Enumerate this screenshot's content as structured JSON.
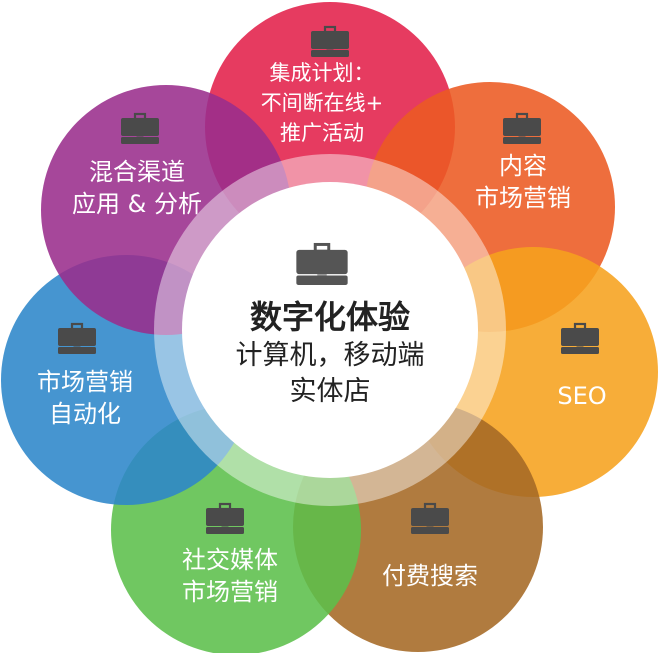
{
  "center": {
    "title": "数字化体验",
    "lines": [
      "计算机，移动端",
      "实体店"
    ],
    "icon": "briefcase-icon"
  },
  "petals": [
    {
      "key": "integrated-plan",
      "color": "#e2204a",
      "icon": "briefcase-icon",
      "lines": [
        "集成计划：",
        "不间断在线+",
        "推广活动"
      ]
    },
    {
      "key": "content-marketing",
      "color": "#ec5a22",
      "icon": "briefcase-icon",
      "lines": [
        "内容",
        "市场营销"
      ]
    },
    {
      "key": "seo",
      "color": "#f6a21e",
      "icon": "briefcase-icon",
      "lines": [
        "SEO"
      ]
    },
    {
      "key": "paid-search",
      "color": "#a56924",
      "icon": "briefcase-icon",
      "lines": [
        "付费搜索"
      ]
    },
    {
      "key": "social-media-marketing",
      "color": "#5cbf4b",
      "icon": "briefcase-icon",
      "lines": [
        "社交媒体",
        "市场营销"
      ]
    },
    {
      "key": "marketing-automation",
      "color": "#2c86c9",
      "icon": "briefcase-icon",
      "lines": [
        "市场营销",
        "自动化"
      ]
    },
    {
      "key": "hybrid-channels",
      "color": "#9a2e8c",
      "icon": "briefcase-icon",
      "lines": [
        "混合渠道",
        "应用 & 分析"
      ]
    }
  ]
}
